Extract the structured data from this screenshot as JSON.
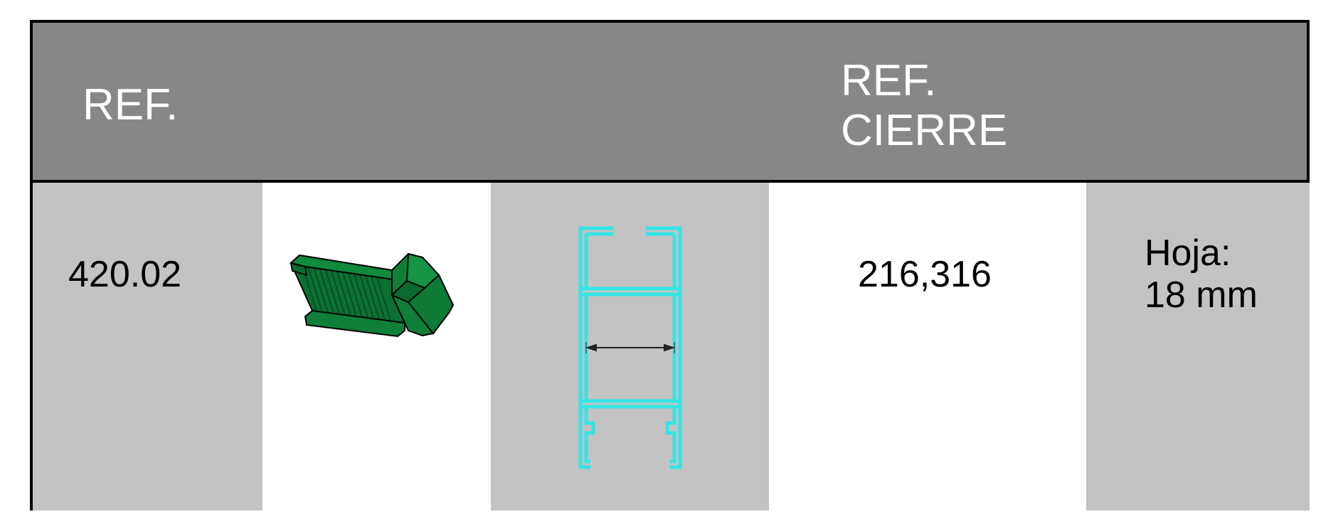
{
  "header": {
    "ref_label": "REF.",
    "cierre_label_line1": "REF.",
    "cierre_label_line2": "CIERRE"
  },
  "row": {
    "ref": "420.02",
    "part_image": "green-plastic-end-cap-icon",
    "profile_image": "aluminium-profile-section-icon",
    "ref_cierre": "216,316",
    "hoja_label": "Hoja:",
    "hoja_value": "18 mm"
  },
  "colors": {
    "header_bg": "#878787",
    "cell_grey": "#c3c3c3",
    "part_green": "#0f7f3a",
    "profile_cyan": "#33e5e5"
  }
}
